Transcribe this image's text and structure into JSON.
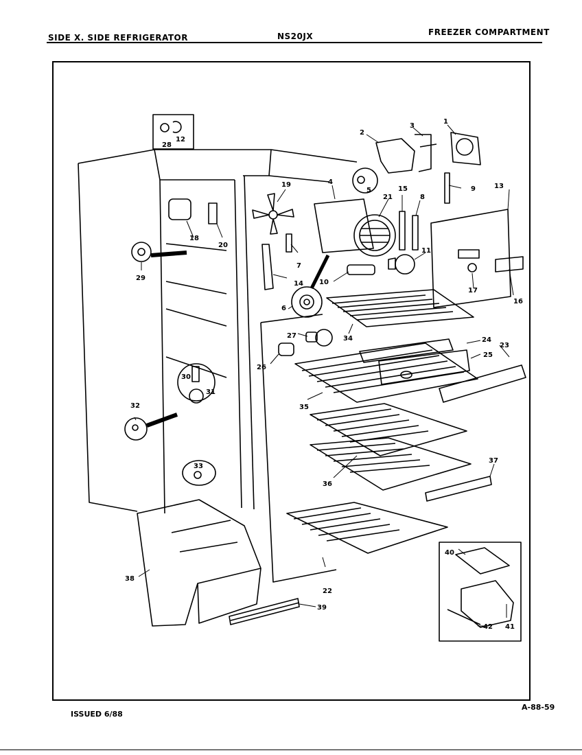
{
  "header": {
    "left": "SIDE X. SIDE REFRIGERATOR",
    "center": "NS20JX",
    "right": "FREEZER COMPARTMENT"
  },
  "footer": {
    "left": "ISSUED 6/88",
    "right": "A-88-59"
  },
  "callouts": [
    "1",
    "2",
    "3",
    "4",
    "5",
    "6",
    "7",
    "8",
    "9",
    "10",
    "11",
    "12",
    "13",
    "14",
    "15",
    "16",
    "17",
    "18",
    "19",
    "20",
    "21",
    "22",
    "23",
    "24",
    "25",
    "26",
    "27",
    "28",
    "29",
    "30",
    "31",
    "32",
    "33",
    "34",
    "35",
    "36",
    "37",
    "38",
    "39",
    "40",
    "41",
    "42"
  ]
}
